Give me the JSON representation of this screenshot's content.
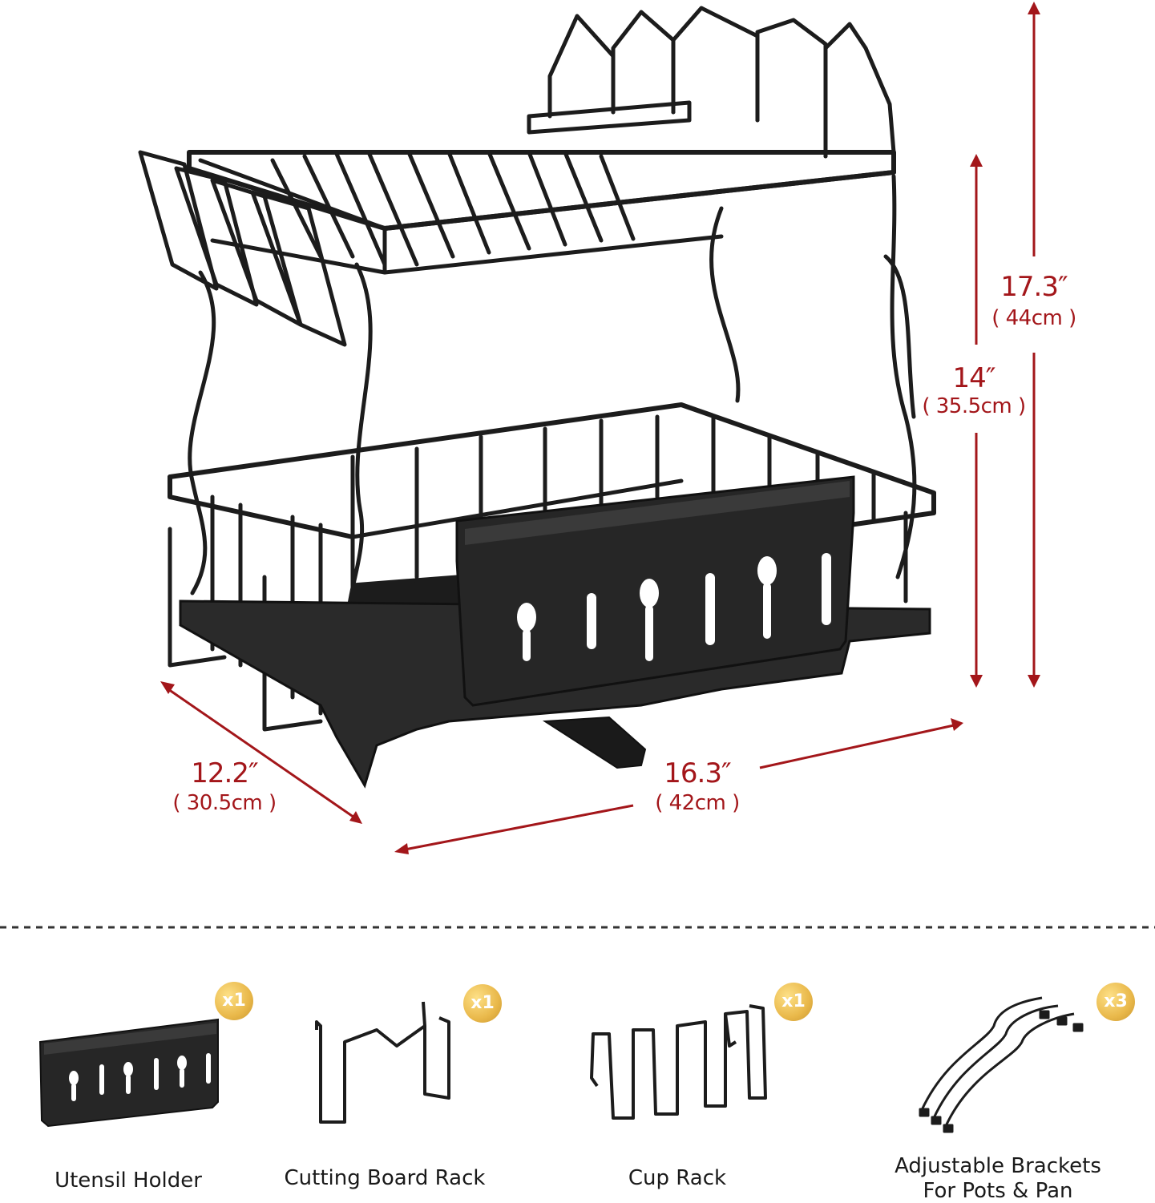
{
  "dimensions": {
    "total_height": {
      "main": "17.3″",
      "sub": "( 44cm )"
    },
    "tier_height": {
      "main": "14″",
      "sub": "( 35.5cm )"
    },
    "depth": {
      "main": "12.2″",
      "sub": "( 30.5cm )"
    },
    "width": {
      "main": "16.3″",
      "sub": "( 42cm )"
    }
  },
  "accessories": [
    {
      "label": "Utensil Holder",
      "qty": "x1",
      "icon": "utensil-holder-icon"
    },
    {
      "label": "Cutting Board Rack",
      "qty": "x1",
      "icon": "cutting-board-rack-icon"
    },
    {
      "label": "Cup Rack",
      "qty": "x1",
      "icon": "cup-rack-icon"
    },
    {
      "label": "Adjustable Brackets",
      "label_line2": "For Pots & Pan",
      "qty": "x3",
      "icon": "adjustable-brackets-icon"
    }
  ],
  "colors": {
    "dimension": "#a3161a",
    "product": "#1c1c1c",
    "badge": "#e9b84a"
  }
}
